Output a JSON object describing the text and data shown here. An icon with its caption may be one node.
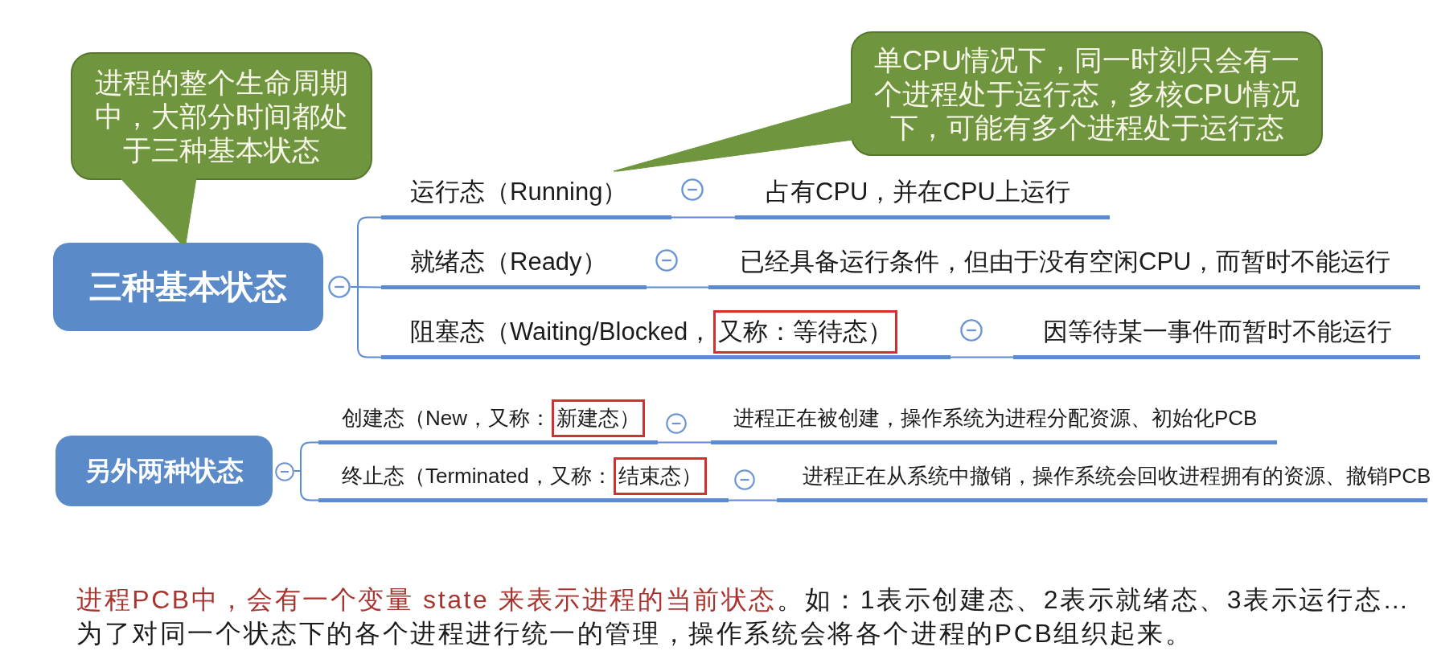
{
  "diagram": {
    "nodes": [
      {
        "text": [
          "进程的整个生命周期中，大部分时间都处于三种基本状态"
        ]
      },
      {
        "text": [
          "单CPU情况下，同一时刻只会有一个进程处于运行态，多核CPU情况下，可能有多个进程处于运行态"
        ]
      },
      {
        "text": [
          "三种基本状态"
        ]
      },
      {
        "text": [
          "运行态（Running）"
        ]
      },
      {
        "text": [
          "占有CPU，并在CPU上运行"
        ]
      },
      {
        "text": [
          "就绪态（Ready）"
        ]
      },
      {
        "text": [
          "已经具备运行条件，但由于没有空闲CPU，而暂时不能运行"
        ]
      },
      {
        "text": [
          "阻塞态（Waiting/Blocked，",
          "又称：等待态）"
        ]
      },
      {
        "text": [
          "因等待某一事件而暂时不能运行"
        ]
      },
      {
        "text": [
          "另外两种状态"
        ]
      },
      {
        "text": [
          "创建态（New，又称：",
          "新建态）"
        ]
      },
      {
        "text": [
          "进程正在被创建，操作系统为进程分配资源、初始化PCB"
        ]
      },
      {
        "text": [
          "终止态（Terminated，又称：",
          "结束态）"
        ]
      },
      {
        "text": [
          "进程正在从系统中撤销，操作系统会回收进程拥有的资源、撤销PCB"
        ]
      }
    ],
    "edges": [
      {
        "from": 0,
        "to": 2,
        "arrow": "to",
        "color": "#6f963f"
      },
      {
        "from": 1,
        "to": 3,
        "arrow": "to",
        "color": "#6f963f"
      },
      {
        "from": 2,
        "to": 3,
        "arrow": "none"
      },
      {
        "from": 2,
        "to": 5,
        "arrow": "none"
      },
      {
        "from": 2,
        "to": 7,
        "arrow": "none"
      },
      {
        "from": 3,
        "to": 4,
        "arrow": "none"
      },
      {
        "from": 5,
        "to": 6,
        "arrow": "none"
      },
      {
        "from": 7,
        "to": 8,
        "arrow": "none"
      },
      {
        "from": 9,
        "to": 10,
        "arrow": "none"
      },
      {
        "from": 9,
        "to": 12,
        "arrow": "none"
      },
      {
        "from": 10,
        "to": 11,
        "arrow": "none"
      },
      {
        "from": 12,
        "to": 13,
        "arrow": "none"
      }
    ],
    "labels": [
      "进程PCB中，会有一个变量 state 来表示进程的当前状态",
      "。如：1表示创建态、2表示就绪态、3表示运行态…",
      "为了对同一个状态下的各个进程进行统一的管理，操作系统会将各个进程的PCB组织起来。"
    ]
  }
}
